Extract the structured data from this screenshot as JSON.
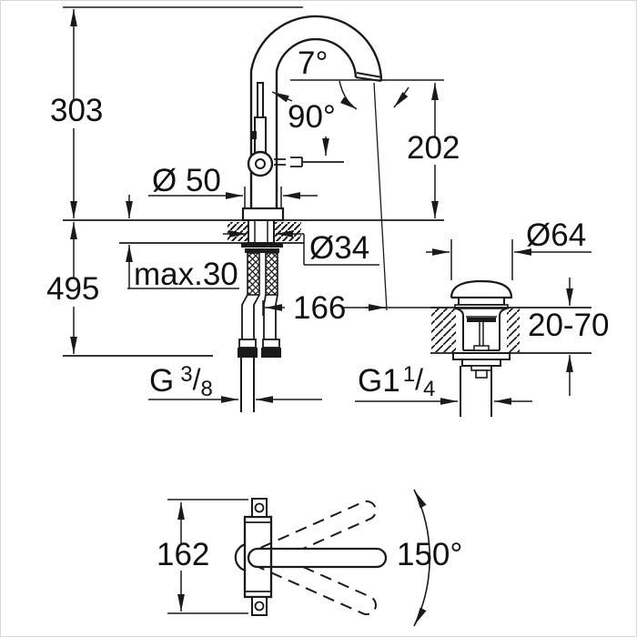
{
  "front_view": {
    "height_above_deck": "303",
    "total_height": "495",
    "spout_angle": "7°",
    "lever_angle": "90°",
    "outlet_height": "202",
    "base_diameter": "Ø 50",
    "shank_diameter": "Ø34",
    "max_deck_thickness": "max.30",
    "spout_reach": "166",
    "supply_thread": {
      "base": "G",
      "numerator": "3",
      "slash": "/",
      "denominator": "8"
    }
  },
  "drain_view": {
    "plug_diameter": "Ø64",
    "wall_thickness_range": "20-70",
    "waste_thread": {
      "base": "G1",
      "numerator": "1",
      "slash": "/",
      "denominator": "4"
    }
  },
  "top_view": {
    "body_length": "162",
    "swivel_angle": "150°"
  }
}
